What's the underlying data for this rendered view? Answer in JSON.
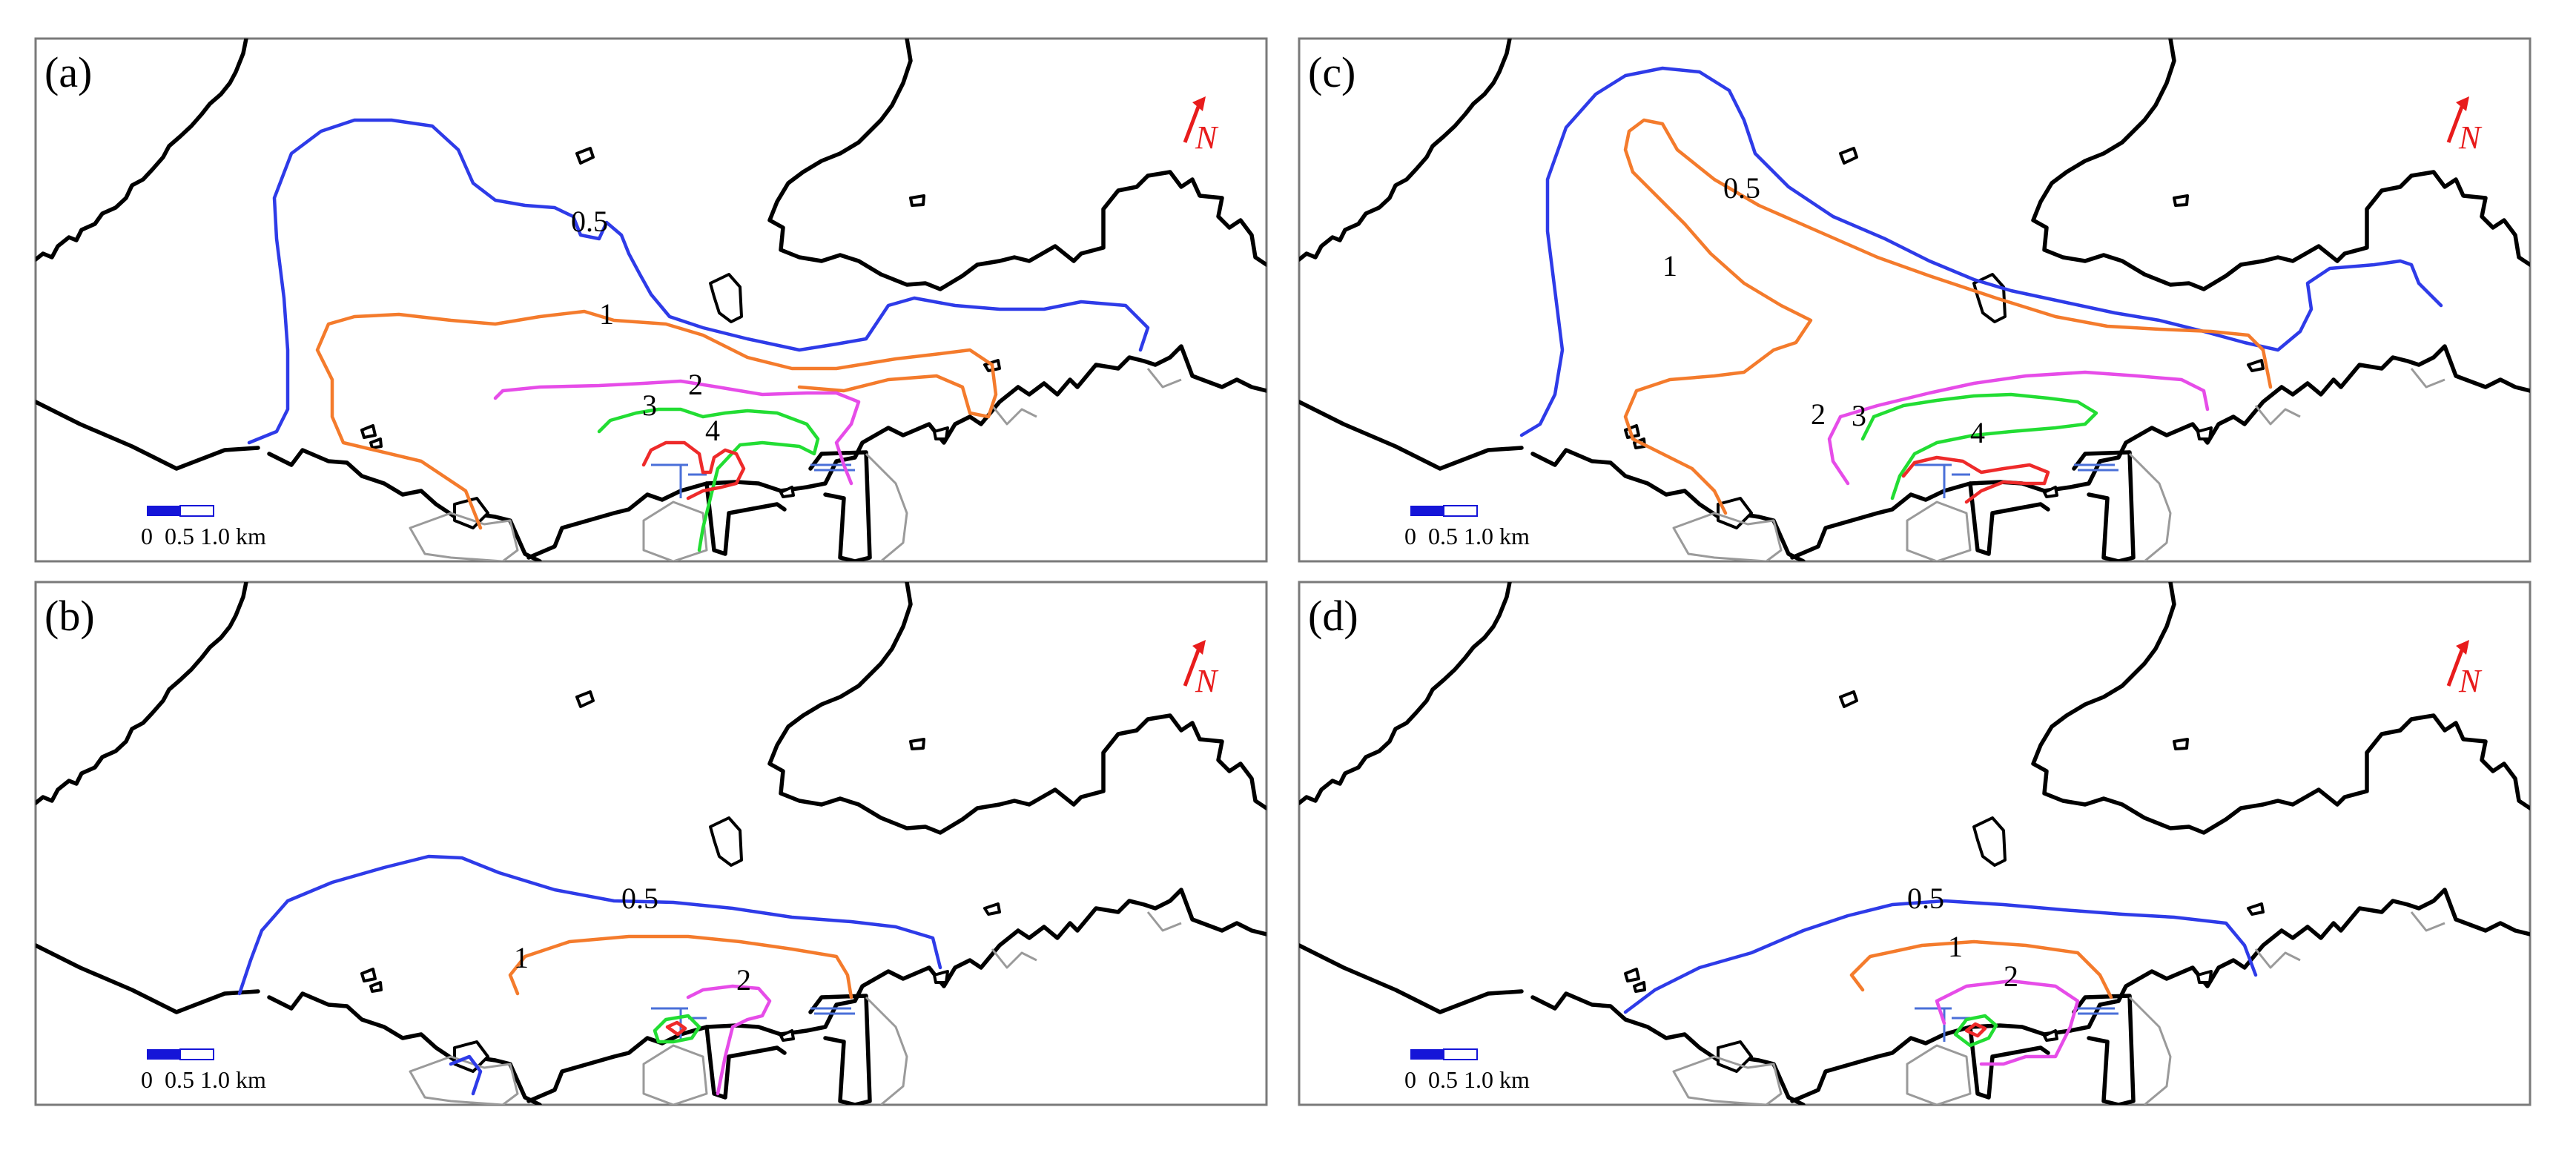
{
  "colors": {
    "c05": "#2e3be8",
    "c1": "#f47b2c",
    "c2": "#e64ce8",
    "c3": "#22dd33",
    "c4": "#ee2a2a",
    "north_arrow": "#e81c1c",
    "scale_fill": "#1515d8"
  },
  "icons": {
    "north_arrow": "north-arrow-icon",
    "scale_bar": "scale-bar-icon"
  },
  "scale_bar_label": "0  0.5 1.0 km",
  "north_label": "N",
  "panels": [
    {
      "id": "a",
      "label": "(a)",
      "levels": [
        "0.5",
        "1",
        "2",
        "3",
        "4"
      ]
    },
    {
      "id": "b",
      "label": "(b)",
      "levels": [
        "0.5",
        "1",
        "2"
      ]
    },
    {
      "id": "c",
      "label": "(c)",
      "levels": [
        "0.5",
        "1",
        "2",
        "3",
        "4"
      ]
    },
    {
      "id": "d",
      "label": "(d)",
      "levels": [
        "0.5",
        "1",
        "2"
      ]
    }
  ]
}
